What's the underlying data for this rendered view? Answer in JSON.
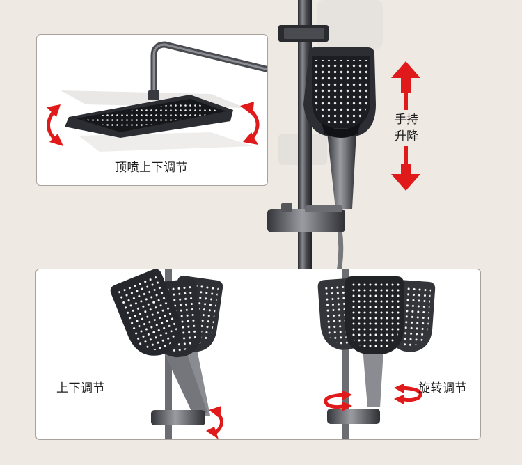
{
  "labels": {
    "top_spray_adjust": "顶喷上下调节",
    "handheld_lift_line1": "手持",
    "handheld_lift_line2": "升降",
    "up_down_adjust": "上下调节",
    "rotate_adjust": "旋转调节"
  },
  "colors": {
    "background": "#efe9e3",
    "panel": "#ffffff",
    "panel_border": "#a9a29c",
    "arrow_red": "#e01a1a",
    "metal_dark": "#3e3f44",
    "metal_mid": "#6b6d73",
    "face_black": "#1e1f24"
  },
  "icons": {
    "tilt_arrows": "curved-rotate-arrow-icon",
    "lift_arrow": "vertical-double-arrow-icon",
    "swivel_arrows": "horizontal-rotate-arrow-icon"
  }
}
